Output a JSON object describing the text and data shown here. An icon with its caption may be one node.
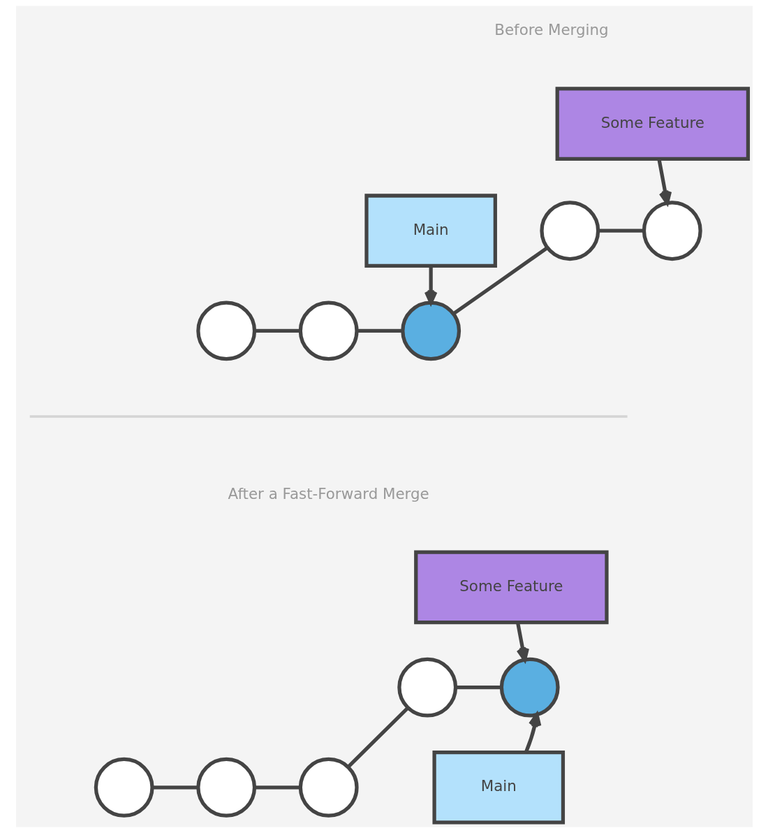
{
  "diagram": {
    "nodes": [
      {
        "text": [
          "Some Feature"
        ]
      },
      {
        "text": [
          "Main"
        ]
      },
      {
        "text": [],
        "shape": "circle"
      },
      {
        "text": [],
        "shape": "circle"
      },
      {
        "text": [],
        "shape": "circle"
      },
      {
        "text": [],
        "shape": "circle"
      },
      {
        "text": [],
        "shape": "circle"
      },
      {
        "text": [
          "Some Feature"
        ]
      },
      {
        "text": [],
        "shape": "circle"
      },
      {
        "text": [],
        "shape": "circle"
      },
      {
        "text": [],
        "shape": "circle"
      },
      {
        "text": [],
        "shape": "circle"
      },
      {
        "text": [],
        "shape": "circle"
      },
      {
        "text": [
          "Main"
        ]
      }
    ],
    "edges": [
      {
        "from": 2,
        "to": 3,
        "arrow": "none"
      },
      {
        "from": 3,
        "to": 4,
        "arrow": "none"
      },
      {
        "from": 4,
        "to": 5,
        "arrow": "none"
      },
      {
        "from": 5,
        "to": 6,
        "arrow": "none"
      },
      {
        "from": 0,
        "to": 6,
        "arrow": "to"
      },
      {
        "from": 1,
        "to": 4,
        "arrow": "to"
      },
      {
        "from": 8,
        "to": 9,
        "arrow": "none"
      },
      {
        "from": 9,
        "to": 10,
        "arrow": "none"
      },
      {
        "from": 10,
        "to": 11,
        "arrow": "none"
      },
      {
        "from": 11,
        "to": 12,
        "arrow": "none"
      },
      {
        "from": 7,
        "to": 12,
        "arrow": "to"
      },
      {
        "from": 13,
        "to": 12,
        "arrow": "to"
      }
    ],
    "labels": [
      "Before Merging",
      "After a Fast-Forward Merge"
    ]
  }
}
